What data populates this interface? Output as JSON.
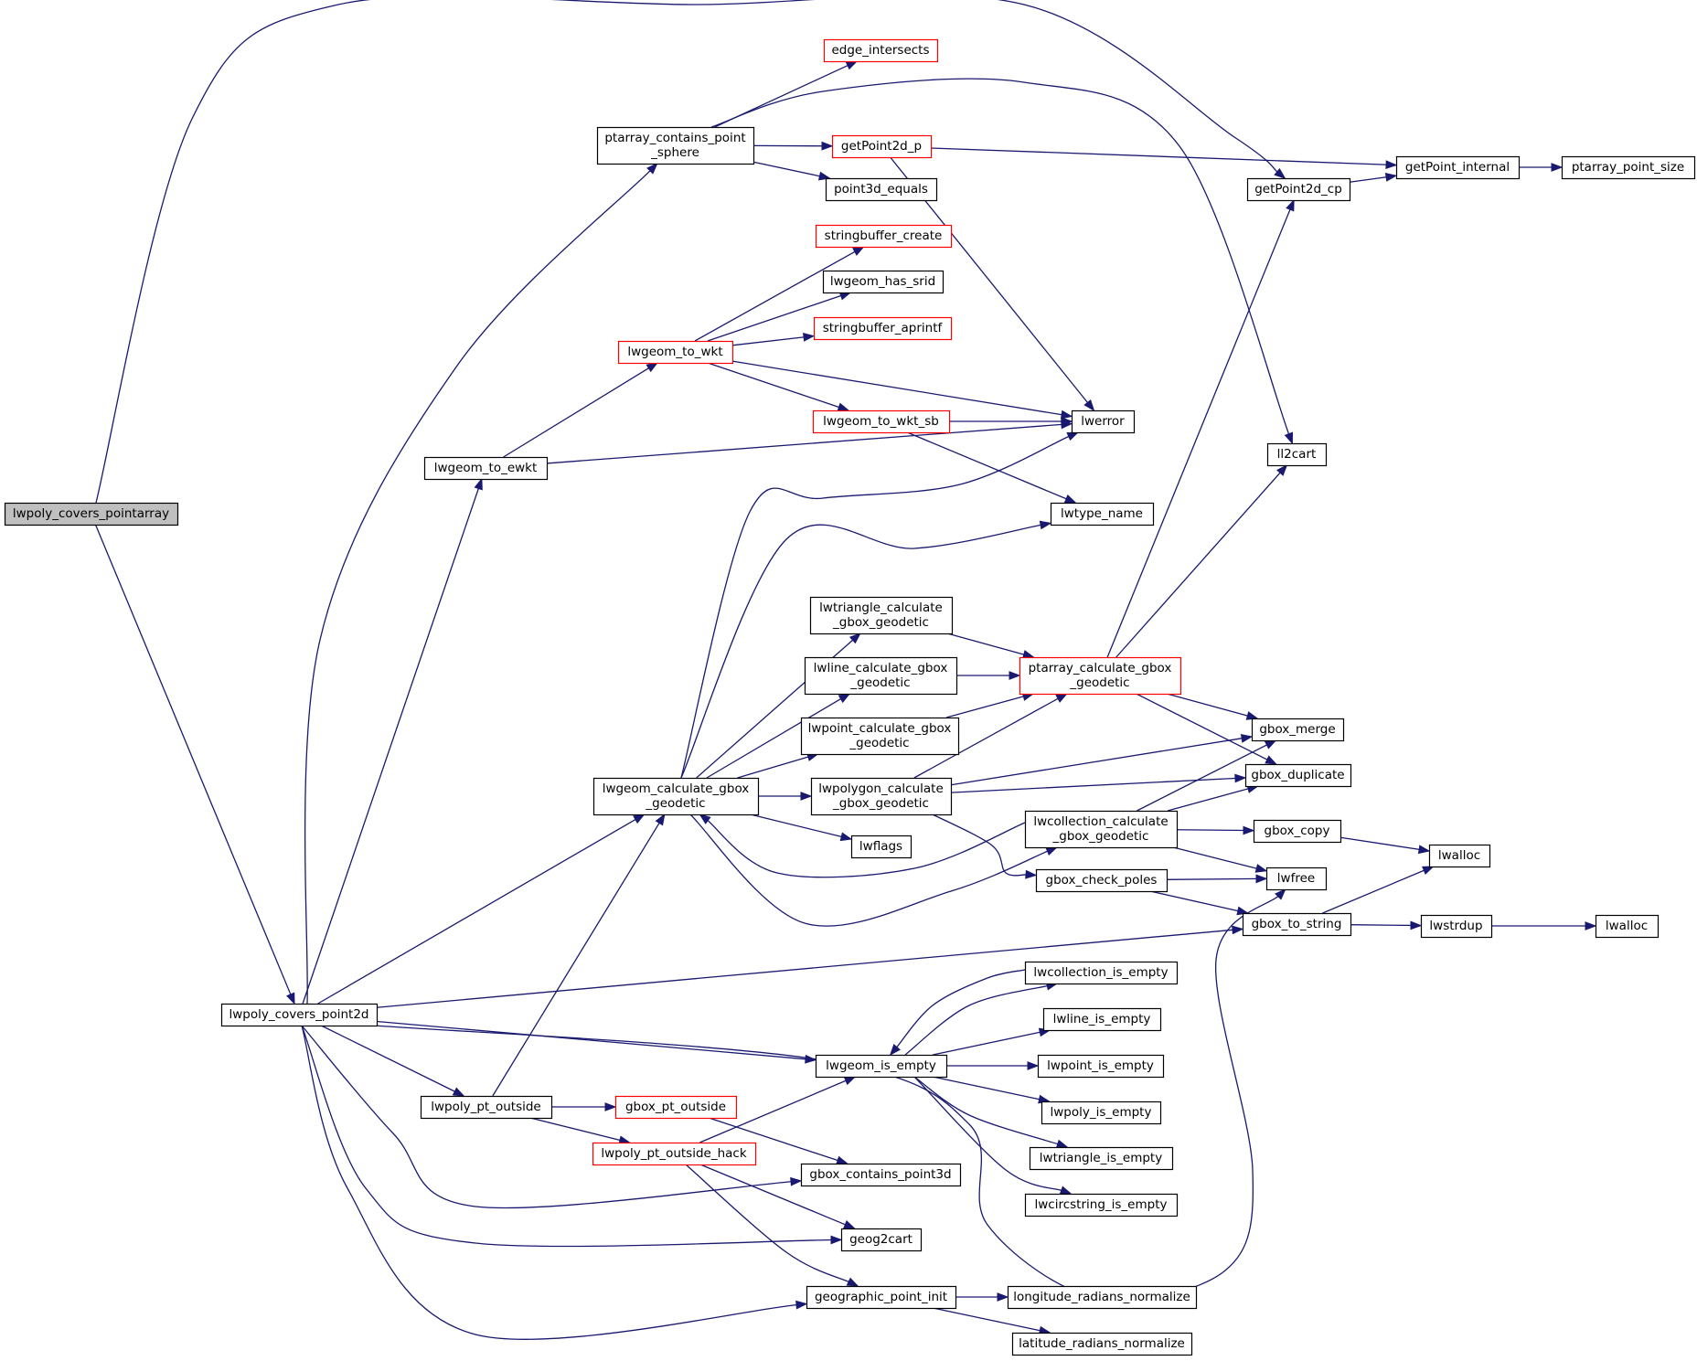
{
  "colors": {
    "edge": "#191970",
    "node_border": "#000000",
    "node_border_incomplete": "#ff0000",
    "node_fill": "#ffffff",
    "root_fill": "#bfbfbf"
  },
  "nodes": [
    {
      "id": "lwpoly_covers_pointarray",
      "lines": [
        "lwpoly_covers_pointarray"
      ],
      "style": "root"
    },
    {
      "id": "lwpoly_covers_point2d",
      "lines": [
        "lwpoly_covers_point2d"
      ],
      "style": "normal"
    },
    {
      "id": "ptarray_contains_point_sphere",
      "lines": [
        "ptarray_contains_point",
        "_sphere"
      ],
      "style": "normal"
    },
    {
      "id": "edge_intersects",
      "lines": [
        "edge_intersects"
      ],
      "style": "red"
    },
    {
      "id": "getPoint2d_p",
      "lines": [
        "getPoint2d_p"
      ],
      "style": "red"
    },
    {
      "id": "point3d_equals",
      "lines": [
        "point3d_equals"
      ],
      "style": "normal"
    },
    {
      "id": "getPoint2d_cp",
      "lines": [
        "getPoint2d_cp"
      ],
      "style": "normal"
    },
    {
      "id": "getPoint_internal",
      "lines": [
        "getPoint_internal"
      ],
      "style": "normal"
    },
    {
      "id": "ptarray_point_size",
      "lines": [
        "ptarray_point_size"
      ],
      "style": "normal"
    },
    {
      "id": "stringbuffer_create",
      "lines": [
        "stringbuffer_create"
      ],
      "style": "red"
    },
    {
      "id": "lwgeom_has_srid",
      "lines": [
        "lwgeom_has_srid"
      ],
      "style": "normal"
    },
    {
      "id": "stringbuffer_aprintf",
      "lines": [
        "stringbuffer_aprintf"
      ],
      "style": "red"
    },
    {
      "id": "lwgeom_to_wkt",
      "lines": [
        "lwgeom_to_wkt"
      ],
      "style": "red"
    },
    {
      "id": "lwgeom_to_wkt_sb",
      "lines": [
        "lwgeom_to_wkt_sb"
      ],
      "style": "red"
    },
    {
      "id": "lwerror",
      "lines": [
        "lwerror"
      ],
      "style": "normal"
    },
    {
      "id": "lwgeom_to_ewkt",
      "lines": [
        "lwgeom_to_ewkt"
      ],
      "style": "normal"
    },
    {
      "id": "ll2cart",
      "lines": [
        "ll2cart"
      ],
      "style": "normal"
    },
    {
      "id": "lwtype_name",
      "lines": [
        "lwtype_name"
      ],
      "style": "normal"
    },
    {
      "id": "lwtriangle_calculate_gbox_geodetic",
      "lines": [
        "lwtriangle_calculate",
        "_gbox_geodetic"
      ],
      "style": "normal"
    },
    {
      "id": "lwline_calculate_gbox_geodetic",
      "lines": [
        "lwline_calculate_gbox",
        "_geodetic"
      ],
      "style": "normal"
    },
    {
      "id": "ptarray_calculate_gbox_geodetic",
      "lines": [
        "ptarray_calculate_gbox",
        "_geodetic"
      ],
      "style": "red"
    },
    {
      "id": "lwpoint_calculate_gbox_geodetic",
      "lines": [
        "lwpoint_calculate_gbox",
        "_geodetic"
      ],
      "style": "normal"
    },
    {
      "id": "gbox_merge",
      "lines": [
        "gbox_merge"
      ],
      "style": "normal"
    },
    {
      "id": "lwgeom_calculate_gbox_geodetic",
      "lines": [
        "lwgeom_calculate_gbox",
        "_geodetic"
      ],
      "style": "normal"
    },
    {
      "id": "lwpolygon_calculate_gbox_geodetic",
      "lines": [
        "lwpolygon_calculate",
        "_gbox_geodetic"
      ],
      "style": "normal"
    },
    {
      "id": "gbox_duplicate",
      "lines": [
        "gbox_duplicate"
      ],
      "style": "normal"
    },
    {
      "id": "lwcollection_calculate_gbox_geodetic",
      "lines": [
        "lwcollection_calculate",
        "_gbox_geodetic"
      ],
      "style": "normal"
    },
    {
      "id": "gbox_copy",
      "lines": [
        "gbox_copy"
      ],
      "style": "normal"
    },
    {
      "id": "lwflags",
      "lines": [
        "lwflags"
      ],
      "style": "normal"
    },
    {
      "id": "lwalloc_1",
      "lines": [
        "lwalloc"
      ],
      "style": "normal"
    },
    {
      "id": "gbox_check_poles",
      "lines": [
        "gbox_check_poles"
      ],
      "style": "normal"
    },
    {
      "id": "lwfree",
      "lines": [
        "lwfree"
      ],
      "style": "normal"
    },
    {
      "id": "gbox_to_string",
      "lines": [
        "gbox_to_string"
      ],
      "style": "normal"
    },
    {
      "id": "lwstrdup",
      "lines": [
        "lwstrdup"
      ],
      "style": "normal"
    },
    {
      "id": "lwalloc_2",
      "lines": [
        "lwalloc"
      ],
      "style": "normal"
    },
    {
      "id": "lwcollection_is_empty",
      "lines": [
        "lwcollection_is_empty"
      ],
      "style": "normal"
    },
    {
      "id": "lwline_is_empty",
      "lines": [
        "lwline_is_empty"
      ],
      "style": "normal"
    },
    {
      "id": "lwgeom_is_empty",
      "lines": [
        "lwgeom_is_empty"
      ],
      "style": "normal"
    },
    {
      "id": "lwpoint_is_empty",
      "lines": [
        "lwpoint_is_empty"
      ],
      "style": "normal"
    },
    {
      "id": "lwpoly_is_empty",
      "lines": [
        "lwpoly_is_empty"
      ],
      "style": "normal"
    },
    {
      "id": "lwpoly_pt_outside",
      "lines": [
        "lwpoly_pt_outside"
      ],
      "style": "normal"
    },
    {
      "id": "gbox_pt_outside",
      "lines": [
        "gbox_pt_outside"
      ],
      "style": "red"
    },
    {
      "id": "lwpoly_pt_outside_hack",
      "lines": [
        "lwpoly_pt_outside_hack"
      ],
      "style": "red"
    },
    {
      "id": "lwtriangle_is_empty",
      "lines": [
        "lwtriangle_is_empty"
      ],
      "style": "normal"
    },
    {
      "id": "gbox_contains_point3d",
      "lines": [
        "gbox_contains_point3d"
      ],
      "style": "normal"
    },
    {
      "id": "lwcircstring_is_empty",
      "lines": [
        "lwcircstring_is_empty"
      ],
      "style": "normal"
    },
    {
      "id": "geog2cart",
      "lines": [
        "geog2cart"
      ],
      "style": "normal"
    },
    {
      "id": "geographic_point_init",
      "lines": [
        "geographic_point_init"
      ],
      "style": "normal"
    },
    {
      "id": "longitude_radians_normalize",
      "lines": [
        "longitude_radians_normalize"
      ],
      "style": "normal"
    },
    {
      "id": "latitude_radians_normalize",
      "lines": [
        "latitude_radians_normalize"
      ],
      "style": "normal"
    }
  ],
  "edges": [
    {
      "from": "lwpoly_covers_pointarray",
      "to": "getPoint2d_cp"
    },
    {
      "from": "lwpoly_covers_pointarray",
      "to": "lwpoly_covers_point2d"
    },
    {
      "from": "lwpoly_covers_point2d",
      "to": "ptarray_contains_point_sphere"
    },
    {
      "from": "lwpoly_covers_point2d",
      "to": "lwgeom_to_ewkt"
    },
    {
      "from": "lwpoly_covers_point2d",
      "to": "lwgeom_calculate_gbox_geodetic"
    },
    {
      "from": "lwpoly_covers_point2d",
      "to": "gbox_to_string"
    },
    {
      "from": "lwpoly_covers_point2d",
      "to": "lwgeom_is_empty"
    },
    {
      "from": "lwpoly_covers_point2d",
      "to": "lwfree"
    },
    {
      "from": "lwpoly_covers_point2d",
      "to": "lwpoly_pt_outside"
    },
    {
      "from": "lwpoly_covers_point2d",
      "to": "gbox_contains_point3d"
    },
    {
      "from": "lwpoly_covers_point2d",
      "to": "geog2cart"
    },
    {
      "from": "lwpoly_covers_point2d",
      "to": "geographic_point_init"
    },
    {
      "from": "ptarray_contains_point_sphere",
      "to": "edge_intersects"
    },
    {
      "from": "ptarray_contains_point_sphere",
      "to": "getPoint2d_p"
    },
    {
      "from": "ptarray_contains_point_sphere",
      "to": "point3d_equals"
    },
    {
      "from": "ptarray_contains_point_sphere",
      "to": "ll2cart"
    },
    {
      "from": "getPoint2d_p",
      "to": "getPoint_internal"
    },
    {
      "from": "getPoint2d_p",
      "to": "lwerror"
    },
    {
      "from": "getPoint2d_cp",
      "to": "getPoint_internal"
    },
    {
      "from": "getPoint_internal",
      "to": "ptarray_point_size"
    },
    {
      "from": "lwgeom_to_ewkt",
      "to": "lwgeom_to_wkt"
    },
    {
      "from": "lwgeom_to_ewkt",
      "to": "lwerror"
    },
    {
      "from": "lwgeom_to_wkt",
      "to": "stringbuffer_create"
    },
    {
      "from": "lwgeom_to_wkt",
      "to": "lwgeom_has_srid"
    },
    {
      "from": "lwgeom_to_wkt",
      "to": "stringbuffer_aprintf"
    },
    {
      "from": "lwgeom_to_wkt",
      "to": "lwgeom_to_wkt_sb"
    },
    {
      "from": "lwgeom_to_wkt",
      "to": "lwerror"
    },
    {
      "from": "lwgeom_to_wkt_sb",
      "to": "lwerror"
    },
    {
      "from": "lwgeom_to_wkt_sb",
      "to": "lwtype_name"
    },
    {
      "from": "lwgeom_calculate_gbox_geodetic",
      "to": "lwerror"
    },
    {
      "from": "lwgeom_calculate_gbox_geodetic",
      "to": "lwtype_name"
    },
    {
      "from": "lwgeom_calculate_gbox_geodetic",
      "to": "lwtriangle_calculate_gbox_geodetic"
    },
    {
      "from": "lwgeom_calculate_gbox_geodetic",
      "to": "lwline_calculate_gbox_geodetic"
    },
    {
      "from": "lwgeom_calculate_gbox_geodetic",
      "to": "lwpoint_calculate_gbox_geodetic"
    },
    {
      "from": "lwgeom_calculate_gbox_geodetic",
      "to": "lwpolygon_calculate_gbox_geodetic"
    },
    {
      "from": "lwgeom_calculate_gbox_geodetic",
      "to": "lwflags"
    },
    {
      "from": "lwgeom_calculate_gbox_geodetic",
      "to": "lwcollection_calculate_gbox_geodetic"
    },
    {
      "from": "lwtriangle_calculate_gbox_geodetic",
      "to": "ptarray_calculate_gbox_geodetic"
    },
    {
      "from": "lwline_calculate_gbox_geodetic",
      "to": "ptarray_calculate_gbox_geodetic"
    },
    {
      "from": "lwpoint_calculate_gbox_geodetic",
      "to": "ptarray_calculate_gbox_geodetic"
    },
    {
      "from": "lwpolygon_calculate_gbox_geodetic",
      "to": "ptarray_calculate_gbox_geodetic"
    },
    {
      "from": "lwpolygon_calculate_gbox_geodetic",
      "to": "gbox_merge"
    },
    {
      "from": "lwpolygon_calculate_gbox_geodetic",
      "to": "gbox_duplicate"
    },
    {
      "from": "lwpolygon_calculate_gbox_geodetic",
      "to": "gbox_check_poles"
    },
    {
      "from": "ptarray_calculate_gbox_geodetic",
      "to": "getPoint2d_cp"
    },
    {
      "from": "ptarray_calculate_gbox_geodetic",
      "to": "ll2cart"
    },
    {
      "from": "ptarray_calculate_gbox_geodetic",
      "to": "gbox_merge"
    },
    {
      "from": "ptarray_calculate_gbox_geodetic",
      "to": "gbox_duplicate"
    },
    {
      "from": "lwcollection_calculate_gbox_geodetic",
      "to": "lwgeom_calculate_gbox_geodetic"
    },
    {
      "from": "lwcollection_calculate_gbox_geodetic",
      "to": "gbox_merge"
    },
    {
      "from": "lwcollection_calculate_gbox_geodetic",
      "to": "gbox_duplicate"
    },
    {
      "from": "lwcollection_calculate_gbox_geodetic",
      "to": "gbox_copy"
    },
    {
      "from": "lwcollection_calculate_gbox_geodetic",
      "to": "lwfree"
    },
    {
      "from": "gbox_copy",
      "to": "lwalloc_1"
    },
    {
      "from": "gbox_check_poles",
      "to": "lwfree"
    },
    {
      "from": "gbox_check_poles",
      "to": "gbox_to_string"
    },
    {
      "from": "gbox_to_string",
      "to": "lwalloc_1"
    },
    {
      "from": "gbox_to_string",
      "to": "lwstrdup"
    },
    {
      "from": "lwstrdup",
      "to": "lwalloc_2"
    },
    {
      "from": "lwgeom_is_empty",
      "to": "lwcollection_is_empty"
    },
    {
      "from": "lwcollection_is_empty",
      "to": "lwgeom_is_empty"
    },
    {
      "from": "lwgeom_is_empty",
      "to": "lwline_is_empty"
    },
    {
      "from": "lwgeom_is_empty",
      "to": "lwpoint_is_empty"
    },
    {
      "from": "lwgeom_is_empty",
      "to": "lwpoly_is_empty"
    },
    {
      "from": "lwgeom_is_empty",
      "to": "lwtriangle_is_empty"
    },
    {
      "from": "lwgeom_is_empty",
      "to": "lwcircstring_is_empty"
    },
    {
      "from": "lwpoly_pt_outside",
      "to": "lwgeom_calculate_gbox_geodetic"
    },
    {
      "from": "lwpoly_pt_outside",
      "to": "gbox_pt_outside"
    },
    {
      "from": "lwpoly_pt_outside",
      "to": "lwpoly_pt_outside_hack"
    },
    {
      "from": "gbox_pt_outside",
      "to": "gbox_contains_point3d"
    },
    {
      "from": "lwpoly_pt_outside_hack",
      "to": "lwgeom_is_empty"
    },
    {
      "from": "lwpoly_pt_outside_hack",
      "to": "geog2cart"
    },
    {
      "from": "lwpoly_pt_outside_hack",
      "to": "geographic_point_init"
    },
    {
      "from": "geographic_point_init",
      "to": "longitude_radians_normalize"
    },
    {
      "from": "geographic_point_init",
      "to": "latitude_radians_normalize"
    }
  ]
}
